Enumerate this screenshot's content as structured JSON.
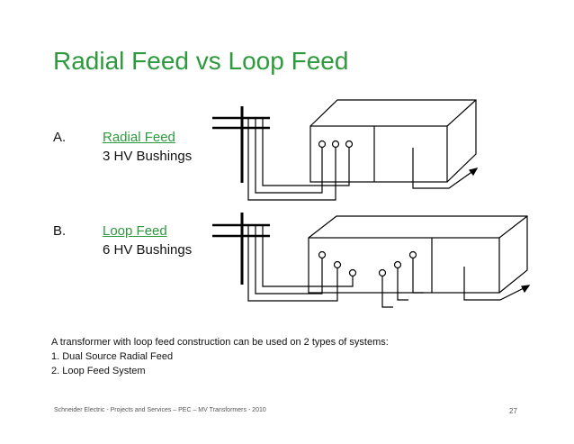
{
  "title": "Radial Feed vs Loop Feed",
  "items": [
    {
      "letter": "A.",
      "name": "Radial Feed",
      "detail": "3 HV Bushings"
    },
    {
      "letter": "B.",
      "name": "Loop Feed",
      "detail": "6 HV Bushings"
    }
  ],
  "note": {
    "intro": "A transformer with loop feed construction can be used on 2 types of systems:",
    "list": [
      "1. Dual Source Radial Feed",
      "2.  Loop Feed System"
    ]
  },
  "footer": "Schneider Electric - Projects and Services – PEC – MV Transformers - 2010",
  "page_number": "27",
  "colors": {
    "accent": "#2e9a3e",
    "line": "#000000"
  }
}
